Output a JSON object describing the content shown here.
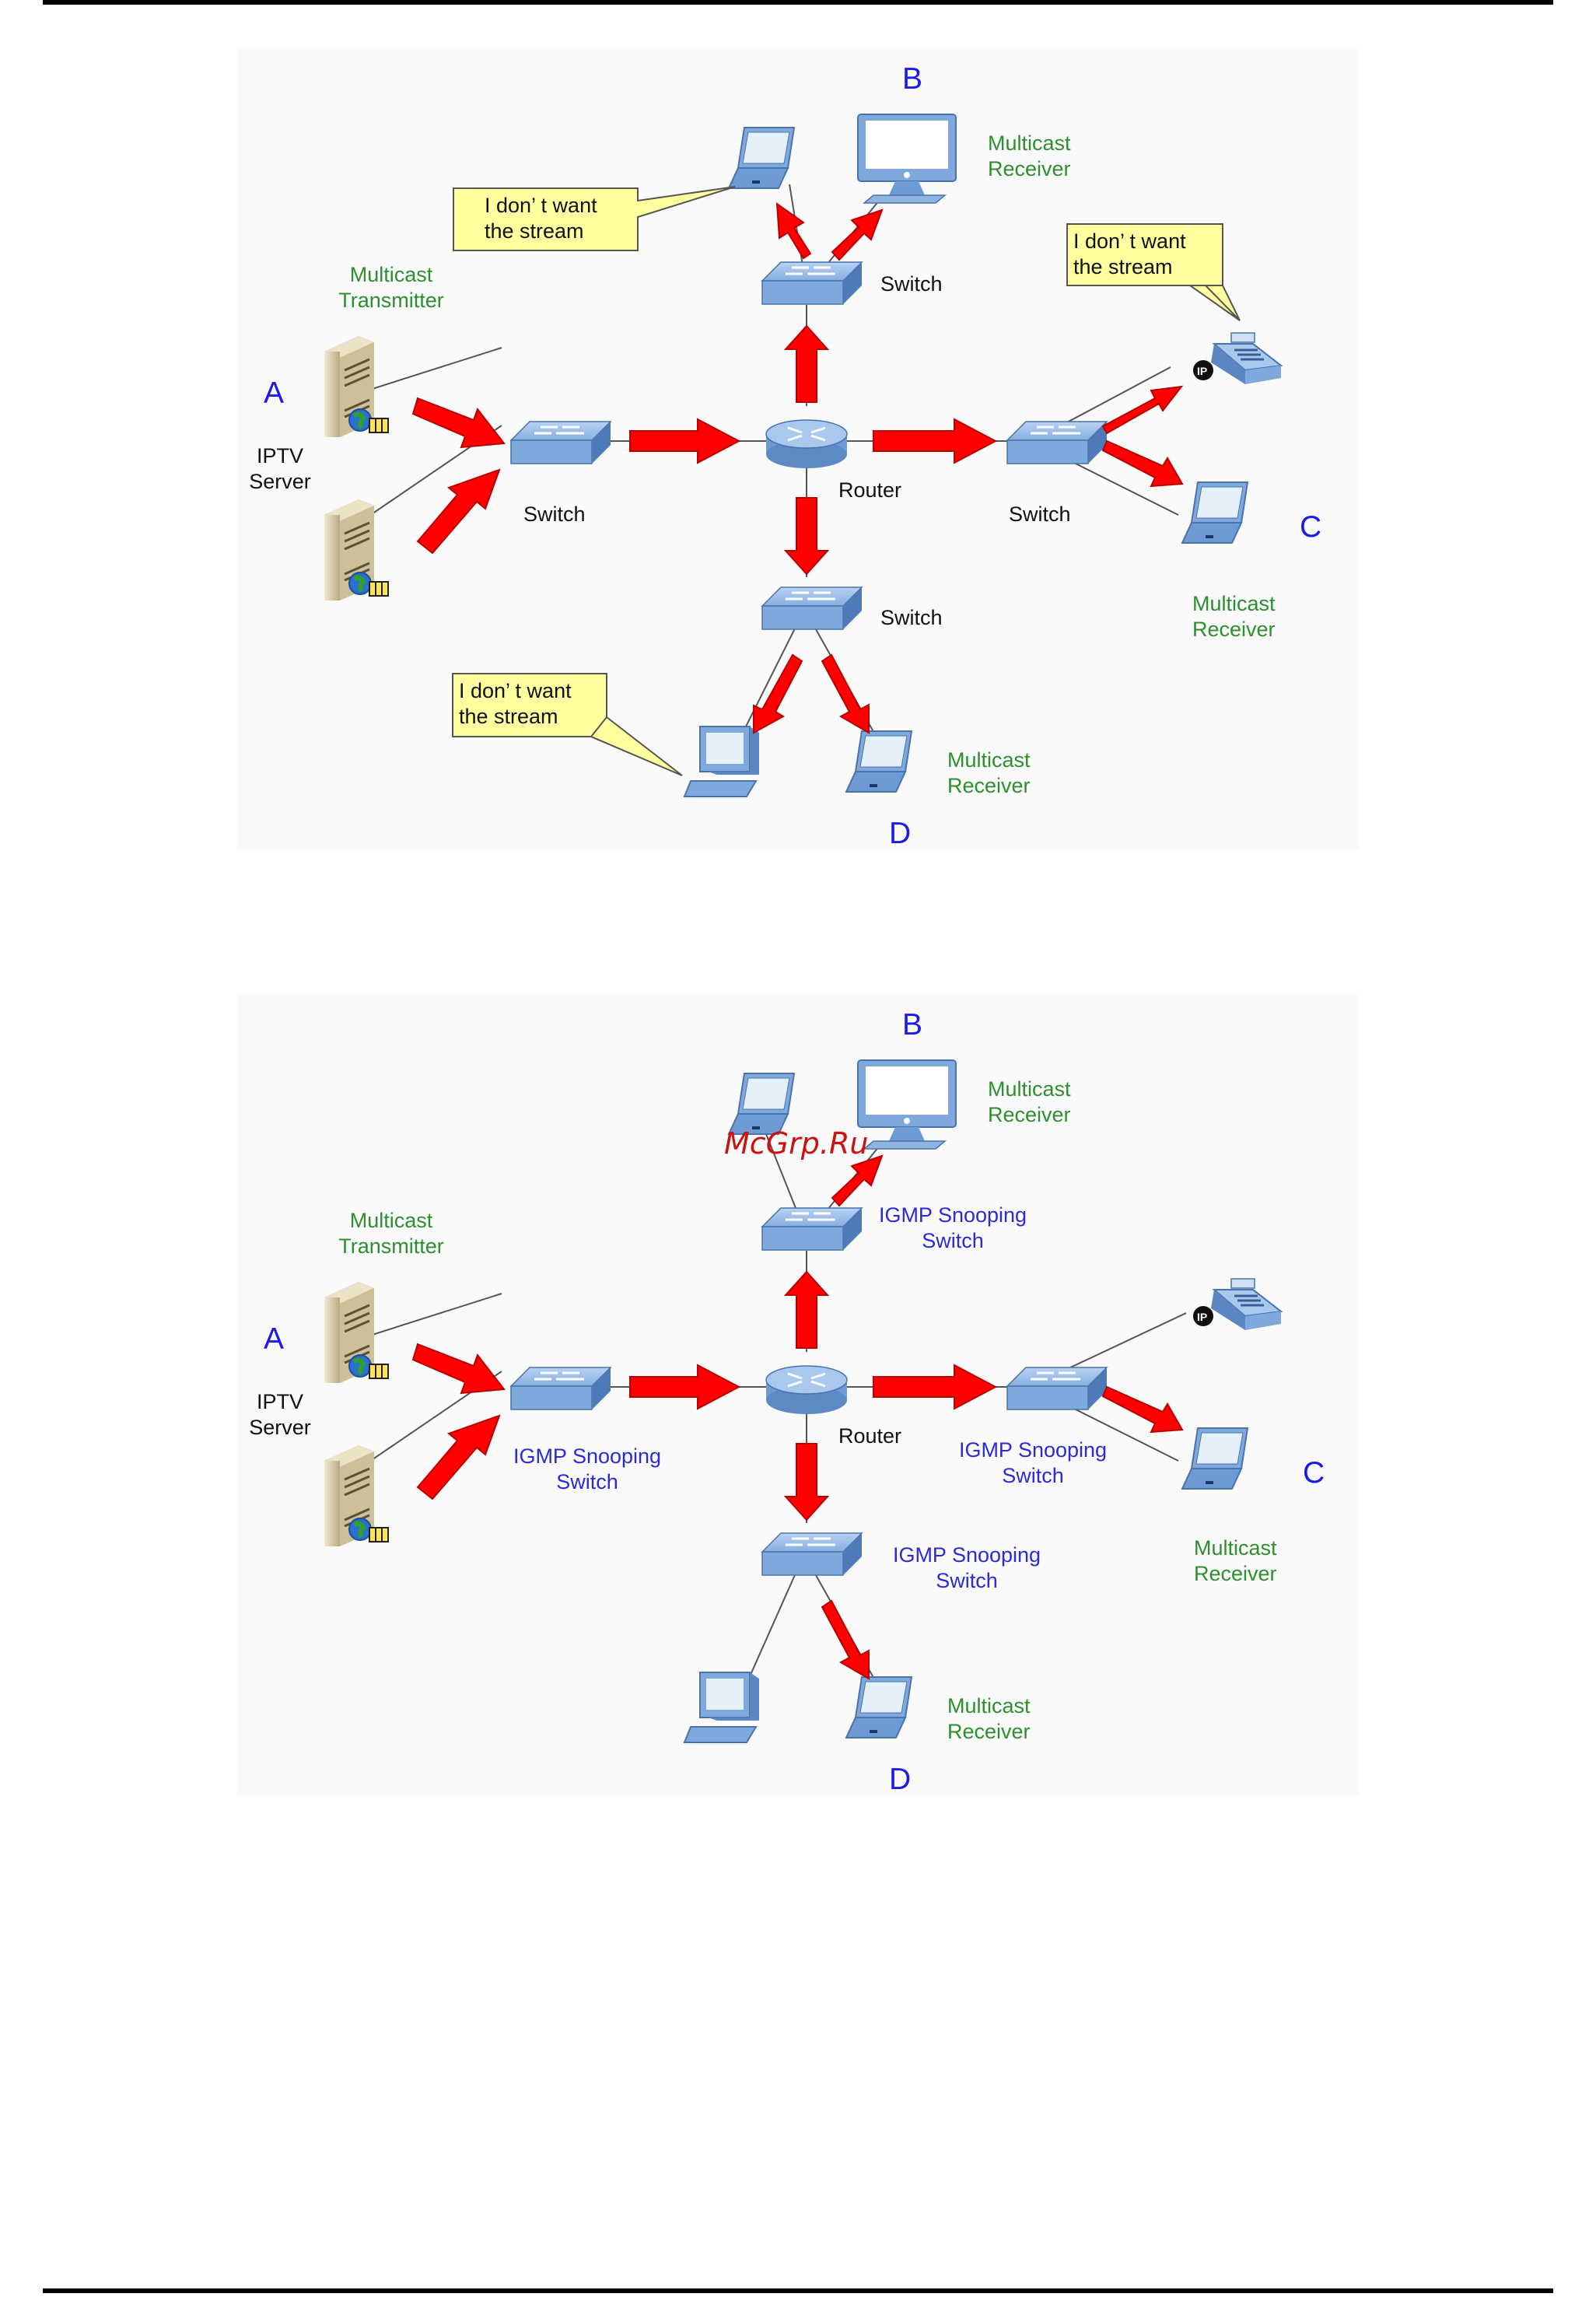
{
  "diagram_top": {
    "letters": {
      "a": "A",
      "b": "B",
      "c": "C",
      "d": "D"
    },
    "multicast_transmitter": "Multicast\nTransmitter",
    "iptv_server": "IPTV\nServer",
    "multicast_receiver": "Multicast\nReceiver",
    "switch_label": "Switch",
    "router_label": "Router",
    "callout": "I don’ t want\nthe stream"
  },
  "diagram_bottom": {
    "letters": {
      "a": "A",
      "b": "B",
      "c": "C",
      "d": "D"
    },
    "multicast_transmitter": "Multicast\nTransmitter",
    "iptv_server": "IPTV\nServer",
    "multicast_receiver": "Multicast\nReceiver",
    "snooping_switch_label": "IGMP Snooping\nSwitch",
    "router_label": "Router"
  },
  "watermark": "McGrp.Ru",
  "colors": {
    "arrow": "#ff0000",
    "device_blue": "#7fa9dc",
    "callout_fill": "#ffffa0",
    "receiver_text": "#2d8f2d",
    "letter_text": "#1a1aee",
    "snooping_text": "#2a2ad8"
  }
}
